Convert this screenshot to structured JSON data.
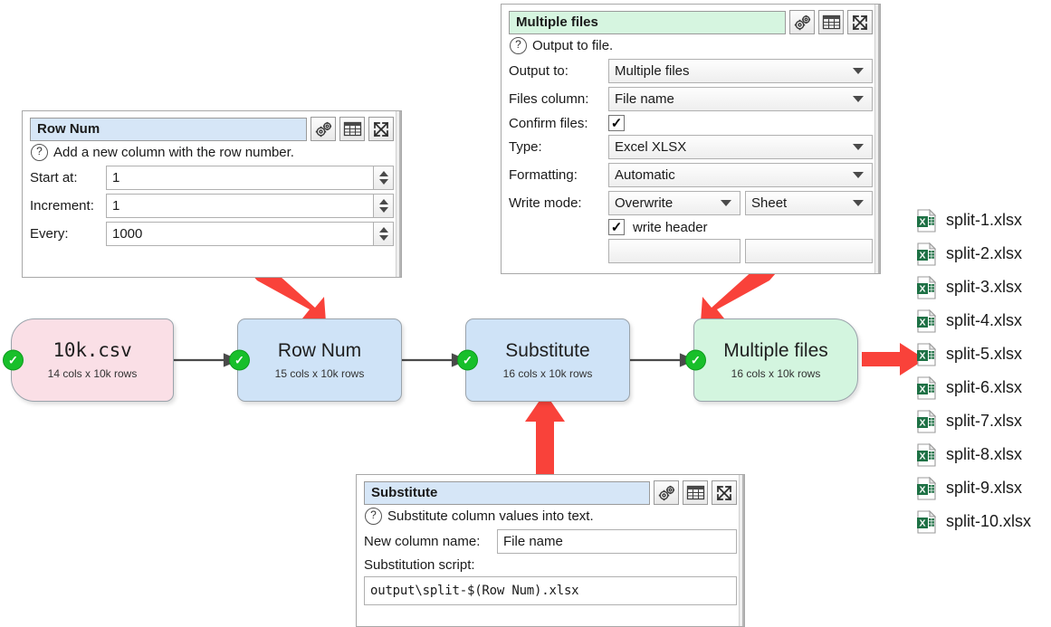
{
  "panels": [
    {
      "id": "row-num",
      "title": "Row Num",
      "description": "Add a new column with the row number.",
      "rows": [
        {
          "label": "Start at:",
          "value": "1"
        },
        {
          "label": "Increment:",
          "value": "1"
        },
        {
          "label": "Every:",
          "value": "1000"
        }
      ],
      "buttons": [
        "gears-icon",
        "table-icon",
        "expand-icon"
      ]
    },
    {
      "id": "multiple-files",
      "title": "Multiple files",
      "description": "Output to file.",
      "rows": [
        {
          "label": "Output to:",
          "value": "Multiple files"
        },
        {
          "label": "Files column:",
          "value": "File name"
        },
        {
          "label": "Confirm files:",
          "value": "✓"
        },
        {
          "label": "Type:",
          "value": "Excel XLSX"
        },
        {
          "label": "Formatting:",
          "value": "Automatic"
        },
        {
          "label": "Write mode:",
          "value": "Overwrite",
          "value2": "Sheet"
        }
      ],
      "write_header_label": "write header",
      "write_header_checked": "✓",
      "buttons": [
        "gears-icon",
        "table-icon",
        "expand-icon"
      ]
    },
    {
      "id": "substitute",
      "title": "Substitute",
      "description": "Substitute column values into text.",
      "new_column_label": "New column name:",
      "new_column_value": "File name",
      "script_label": "Substitution script:",
      "script_value": "output\\split-$(Row Num).xlsx",
      "buttons": [
        "gears-icon",
        "table-icon",
        "expand-icon"
      ]
    }
  ],
  "flow": {
    "nodes": [
      {
        "id": "source",
        "name": "10k.csv",
        "sub": "14 cols x 10k rows",
        "color": "#fadfe6",
        "status": "✓"
      },
      {
        "id": "row-num",
        "name": "Row Num",
        "sub": "15 cols x 10k rows",
        "color": "#cfe3f7",
        "status": "✓"
      },
      {
        "id": "substitute",
        "name": "Substitute",
        "sub": "16 cols x 10k rows",
        "color": "#cfe3f7",
        "status": "✓"
      },
      {
        "id": "multiple-files",
        "name": "Multiple files",
        "sub": "16 cols x 10k rows",
        "color": "#d3f5df",
        "status": "✓"
      }
    ]
  },
  "files": [
    {
      "name": "split-1.xlsx",
      "icon": "excel-file-icon"
    },
    {
      "name": "split-2.xlsx",
      "icon": "excel-file-icon"
    },
    {
      "name": "split-3.xlsx",
      "icon": "excel-file-icon"
    },
    {
      "name": "split-4.xlsx",
      "icon": "excel-file-icon"
    },
    {
      "name": "split-5.xlsx",
      "icon": "excel-file-icon"
    },
    {
      "name": "split-6.xlsx",
      "icon": "excel-file-icon"
    },
    {
      "name": "split-7.xlsx",
      "icon": "excel-file-icon"
    },
    {
      "name": "split-8.xlsx",
      "icon": "excel-file-icon"
    },
    {
      "name": "split-9.xlsx",
      "icon": "excel-file-icon"
    },
    {
      "name": "split-10.xlsx",
      "icon": "excel-file-icon"
    }
  ],
  "colors": {
    "annotation_arrow": "#f9423a",
    "node_pink": "#fadfe6",
    "node_blue": "#cfe3f7",
    "node_green": "#d3f5df",
    "status_ok": "#18bf2a",
    "excel_green": "#1e7145"
  }
}
